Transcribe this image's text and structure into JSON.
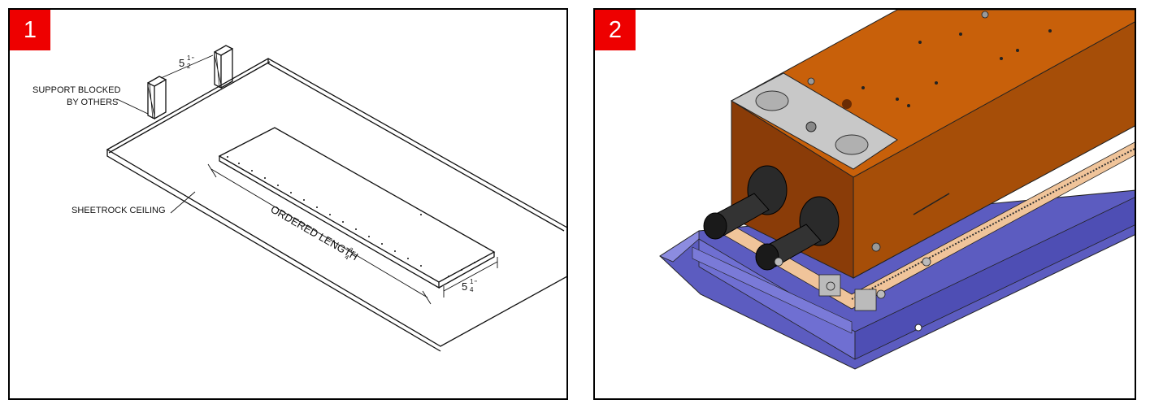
{
  "panels": [
    {
      "number": "1",
      "labels": {
        "support_line1": "SUPPORT BLOCKED",
        "support_line2": "BY OTHERS",
        "sheetrock": "SHEETROCK CEILING",
        "ordered_length": "ORDERED LENGTH",
        "ordered_fraction_num": "3",
        "ordered_fraction_den": "4",
        "ordered_unit": "\"",
        "dim_top_whole": "5",
        "dim_top_num": "1",
        "dim_top_den": "2",
        "dim_top_unit": "\"",
        "dim_right_whole": "5",
        "dim_right_num": "1",
        "dim_right_den": "4",
        "dim_right_unit": "\""
      }
    },
    {
      "number": "2",
      "colors": {
        "housing": "#c8600a",
        "housing_dark": "#8a3c08",
        "frame": "#5c5cc0",
        "frame_light": "#8c8ce0",
        "gasket": "#f0c49a",
        "connector": "#222222",
        "plate": "#c8c8c8"
      }
    }
  ]
}
